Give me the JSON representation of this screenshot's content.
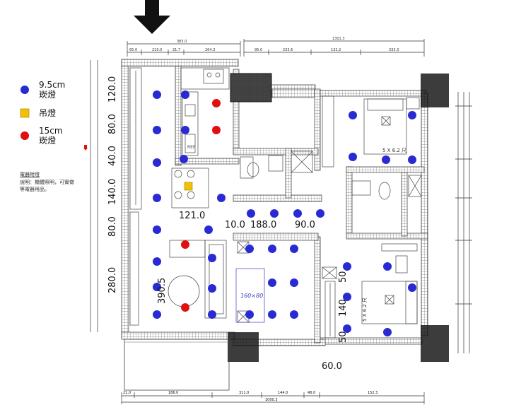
{
  "legend": {
    "items": [
      {
        "symbol": "blue-dot",
        "line1": "9.5cm",
        "line2": "崁燈",
        "color": "#2a2ad4"
      },
      {
        "symbol": "yellow-square",
        "line1": "吊燈",
        "line2": "",
        "color": "#f2c200"
      },
      {
        "symbol": "red-dot",
        "line1": "15cm",
        "line2": "崁燈",
        "color": "#e01010"
      }
    ],
    "note_title": "電器附燈",
    "note_line1": "說明：櫃體照明，可實做",
    "note_line2": "等電器用品。"
  },
  "dimensions": {
    "left_column": [
      "120.0",
      "80.0",
      "40.0",
      "140.0",
      "80.0",
      "280.0"
    ],
    "middle_row": [
      "121.0",
      "10.0",
      "188.0",
      "90.0"
    ],
    "living_room": "390.5",
    "bottom_room": [
      "50",
      "140",
      "50"
    ],
    "bottom": "60.0"
  },
  "rooms": {
    "bedroom1": "5 X 6.2 尺",
    "bedroom2": "5 X 6.2 尺",
    "bed_size": "160×80"
  },
  "top_dims": {
    "total": "1301.3",
    "left": "383.0",
    "segments": [
      "65.0",
      "210.0",
      "21.7",
      "264.3",
      "95.0",
      "233.6",
      "132.2",
      "333.3"
    ]
  },
  "bottom_dims": {
    "segments": [
      "21.0",
      "186.0",
      "311.0",
      "144.0",
      "48.0",
      "152.3"
    ],
    "total": "1000.3"
  },
  "colors": {
    "blue_light": "#2a2ad4",
    "red_light": "#e01010",
    "yellow_light": "#f2c200",
    "wall": "#1a1a1a"
  }
}
